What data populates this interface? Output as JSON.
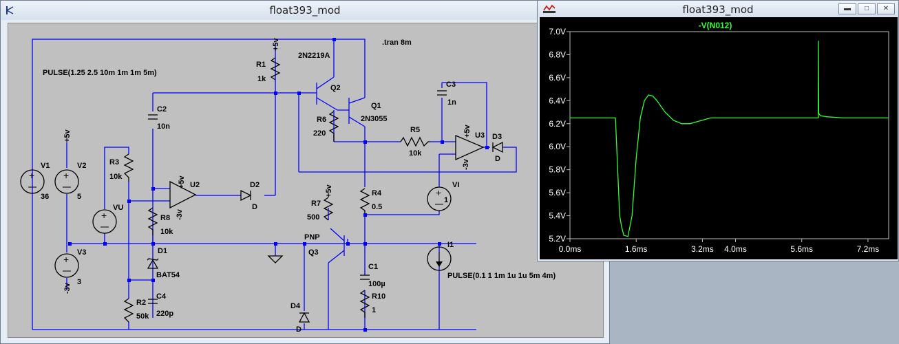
{
  "schematic_window": {
    "title": "float393_mod",
    "directive": ".tran 8m",
    "v1_pulse": "PULSE(1.25 2.5 10m 1m 1m 5m)",
    "i1_pulse": "PULSE(0.1 1 1m 1u 1u 5m 4m)",
    "labels": {
      "V1": "V1",
      "V1_val": "36",
      "V2": "V2",
      "V2_val": "5",
      "V2_rail": "+5v",
      "V3": "V3",
      "V3_val": "3",
      "V3_rail": "-3v",
      "VU": "VU",
      "R1": "R1",
      "R1_val": "1k",
      "R1_rail": "+5v",
      "R2": "R2",
      "R2_val": "50k",
      "R3": "R3",
      "R3_val": "10k",
      "R4": "R4",
      "R4_val": "0.5",
      "R5": "R5",
      "R5_val": "10k",
      "R6": "R6",
      "R6_val": "220",
      "R7": "R7",
      "R7_val": "500",
      "R7_rail": "+5v",
      "R8": "R8",
      "R8_val": "10k",
      "R10": "R10",
      "R10_val": "1",
      "C1": "C1",
      "C1_val": "100µ",
      "C2": "C2",
      "C2_val": "10n",
      "C3": "C3",
      "C3_val": "1n",
      "C4": "C4",
      "C4_val": "220p",
      "D1": "D1",
      "D1_val": "BAT54",
      "D2": "D2",
      "D2_val": "D",
      "D3": "D3",
      "D3_val": "D",
      "D4": "D4",
      "D4_val": "D",
      "Q1": "Q1",
      "Q1_val": "2N3055",
      "Q2": "Q2",
      "Q2_val": "2N2219A",
      "Q3": "Q3",
      "Q3_val": "PNP",
      "U2": "U2",
      "U2_pos": "+5v",
      "U2_neg": "-3v",
      "U3": "U3",
      "U3_pos": "+5v",
      "U3_neg": "-3v",
      "VI": "VI",
      "VI_val": "1",
      "I1": "I1"
    }
  },
  "plot_window": {
    "title": "float393_mod",
    "trace_label": "-V(N012)",
    "trace_color": "#33ff33"
  },
  "chart_data": {
    "type": "line",
    "series": [
      {
        "name": "-V(N012)",
        "x": [
          0,
          1.1,
          1.2,
          1.25,
          1.3,
          1.4,
          1.5,
          1.6,
          1.7,
          1.8,
          1.9,
          2.0,
          2.1,
          2.3,
          2.5,
          2.7,
          2.9,
          3.1,
          3.4,
          3.8,
          4.5,
          5.2,
          5.6,
          6.0,
          6.0,
          6.01,
          6.05,
          6.2,
          6.6,
          7.0,
          7.7
        ],
        "y": [
          6.25,
          6.25,
          5.4,
          5.3,
          5.23,
          5.22,
          5.4,
          5.9,
          6.25,
          6.4,
          6.45,
          6.44,
          6.4,
          6.3,
          6.23,
          6.2,
          6.2,
          6.22,
          6.25,
          6.25,
          6.25,
          6.25,
          6.25,
          6.25,
          6.92,
          6.29,
          6.27,
          6.26,
          6.25,
          6.25,
          6.25
        ]
      }
    ],
    "xlim": [
      0,
      7.7
    ],
    "ylim": [
      5.2,
      7.0
    ],
    "x_ticks": [
      "0.0ms",
      "1.6ms",
      "3.2ms",
      "4.0ms",
      "5.6ms",
      "7.2ms"
    ],
    "x_tick_values": [
      0,
      1.6,
      3.2,
      4.0,
      5.6,
      7.2
    ],
    "y_ticks": [
      "7.0V",
      "6.8V",
      "6.6V",
      "6.4V",
      "6.2V",
      "6.0V",
      "5.8V",
      "5.6V",
      "5.4V",
      "5.2V"
    ],
    "y_tick_values": [
      7.0,
      6.8,
      6.6,
      6.4,
      6.2,
      6.0,
      5.8,
      5.6,
      5.4,
      5.2
    ],
    "grid": false
  }
}
